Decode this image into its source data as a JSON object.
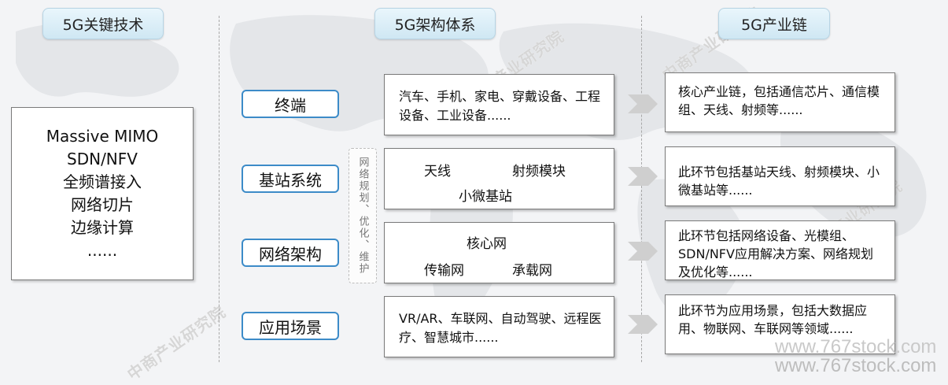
{
  "headers": {
    "key_tech": "5G关键技术",
    "architecture": "5G架构体系",
    "industry_chain": "5G产业链"
  },
  "key_tech_items": [
    "Massive MIMO",
    "SDN/NFV",
    "全频谱接入",
    "网络切片",
    "边缘计算",
    "......"
  ],
  "categories": [
    "终端",
    "基站系统",
    "网络架构",
    "应用场景"
  ],
  "vertical_label": "网络规划、优化、维护",
  "architecture_boxes": {
    "terminal": "汽车、手机、家电、穿戴设备、工程设备、工业设备......",
    "base_station": {
      "antenna": "天线",
      "rf_module": "射频模块",
      "small_cell": "小微基站"
    },
    "network": {
      "core": "核心网",
      "transport": "传输网",
      "bearer": "承载网"
    },
    "application": "VR/AR、车联网、自动驾驶、远程医疗、智慧城市......"
  },
  "chain_boxes": [
    "核心产业链，包括通信芯片、通信模组、天线、射频等......",
    "此环节包括基站天线、射频模块、小微基站等......",
    "此环节包括网络设备、光模组、SDN/NFV应用解决方案、网络规划及优化等......",
    "此环节为应用场景，包括大数据应用、物联网、车联网等领域......"
  ],
  "watermarks": {
    "site1": "www.767stock.com",
    "site2": "www.767stock.com"
  },
  "icons": {
    "arrow": "chevron-right-icon",
    "logo": "research-institute-logo"
  },
  "colors": {
    "pill_border": "#3c8bc8",
    "header_bg": "#d6ecf7",
    "arrow": "#c8c8c8"
  }
}
